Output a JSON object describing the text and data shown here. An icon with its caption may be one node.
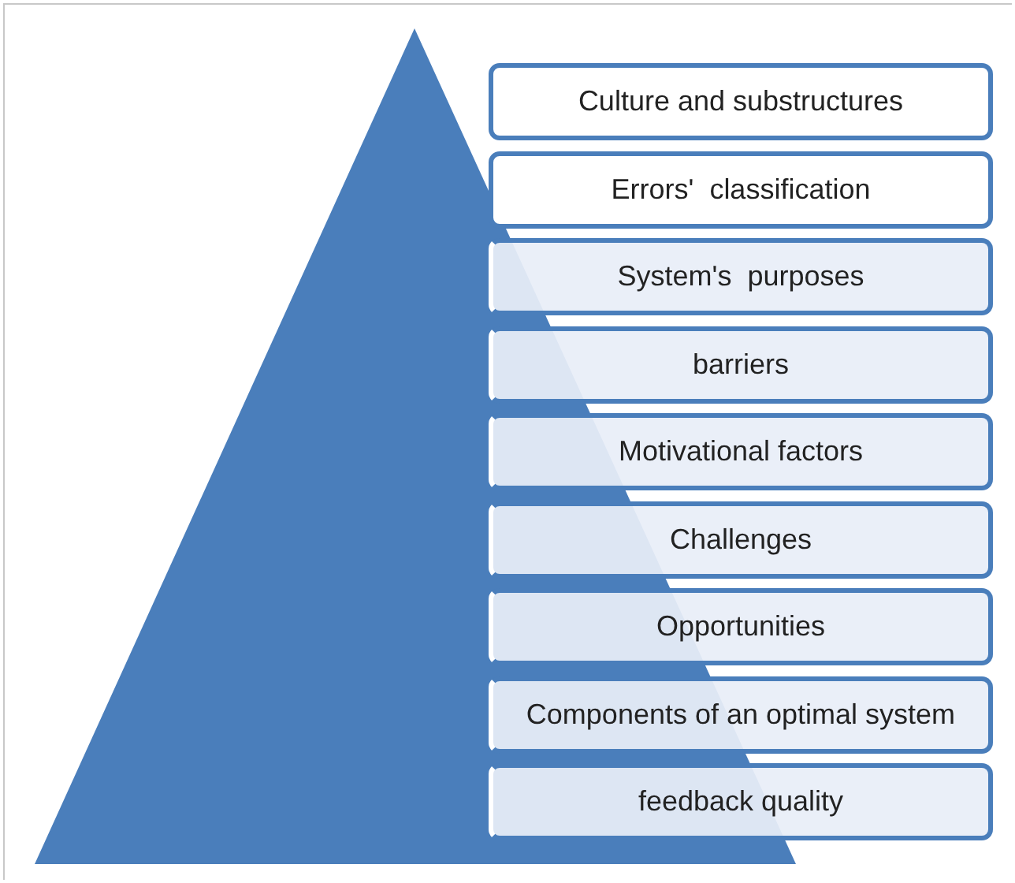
{
  "diagram": {
    "nodes": [
      {
        "text": [
          "Culture and substructures"
        ]
      },
      {
        "text": [
          "Errors'  classification"
        ]
      },
      {
        "text": [
          "System's  purposes"
        ]
      },
      {
        "text": [
          "barriers"
        ]
      },
      {
        "text": [
          "Motivational factors"
        ]
      },
      {
        "text": [
          "Challenges"
        ]
      },
      {
        "text": [
          "Opportunities"
        ]
      },
      {
        "text": [
          "Components of an optimal system"
        ]
      },
      {
        "text": [
          "feedback quality"
        ]
      }
    ],
    "edges": []
  }
}
